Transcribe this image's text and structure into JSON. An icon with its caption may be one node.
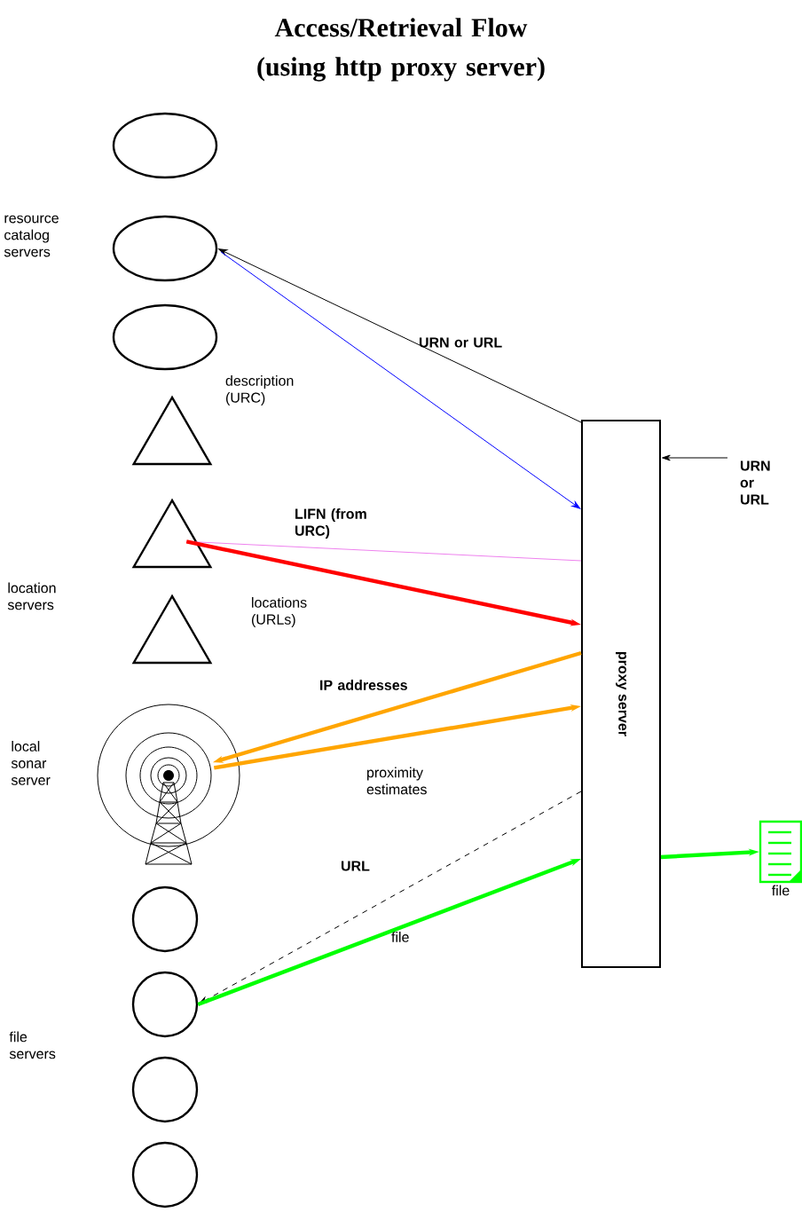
{
  "diagram": {
    "title": "Access/Retrieval Flow (using http proxy server)",
    "nodes": [
      {
        "text": [],
        "shape": "ellipse"
      },
      {
        "text": [],
        "shape": "ellipse"
      },
      {
        "text": [],
        "shape": "ellipse"
      },
      {
        "text": [],
        "shape": "triangle"
      },
      {
        "text": [],
        "shape": "triangle"
      },
      {
        "text": [],
        "shape": "triangle"
      },
      {
        "text": [],
        "shape": "antenna"
      },
      {
        "text": [],
        "shape": "circle"
      },
      {
        "text": [],
        "shape": "circle"
      },
      {
        "text": [],
        "shape": "circle"
      },
      {
        "text": [],
        "shape": "circle"
      },
      {
        "text": [
          "proxy server"
        ]
      },
      {
        "text": [
          "file"
        ]
      }
    ],
    "edges": [
      {
        "from": 11,
        "to": 1,
        "arrow": "to",
        "label": "URN or URL"
      },
      {
        "from": 1,
        "to": 11,
        "arrow": "to",
        "label": "description (URC)",
        "color": "#0000ff"
      },
      {
        "from": 4,
        "to": 11,
        "arrow": "none",
        "label": "LIFN (from URC)",
        "color": "#ee82ee"
      },
      {
        "from": 4,
        "to": 11,
        "arrow": "to",
        "label": "locations (URLs)",
        "style": "thick",
        "color": "#ff0000"
      },
      {
        "from": 11,
        "to": 6,
        "arrow": "to",
        "label": "IP addresses",
        "style": "thick",
        "color": "#ffa500"
      },
      {
        "from": 6,
        "to": 11,
        "arrow": "to",
        "label": "proximity estimates",
        "style": "thick",
        "color": "#ffa500"
      },
      {
        "from": 11,
        "to": 8,
        "arrow": "to",
        "label": "URL",
        "style": "dashed"
      },
      {
        "from": 8,
        "to": 11,
        "arrow": "to",
        "label": "file",
        "style": "thick",
        "color": "#00ff00"
      },
      {
        "from": 11,
        "to": 12,
        "arrow": "to",
        "style": "thick",
        "color": "#00ff00"
      },
      {
        "from": null,
        "to": 11,
        "arrow": "to",
        "label": "URN or URL"
      }
    ],
    "labels": [
      "resource catalog servers",
      "location servers",
      "local sonar server",
      "file servers"
    ]
  }
}
